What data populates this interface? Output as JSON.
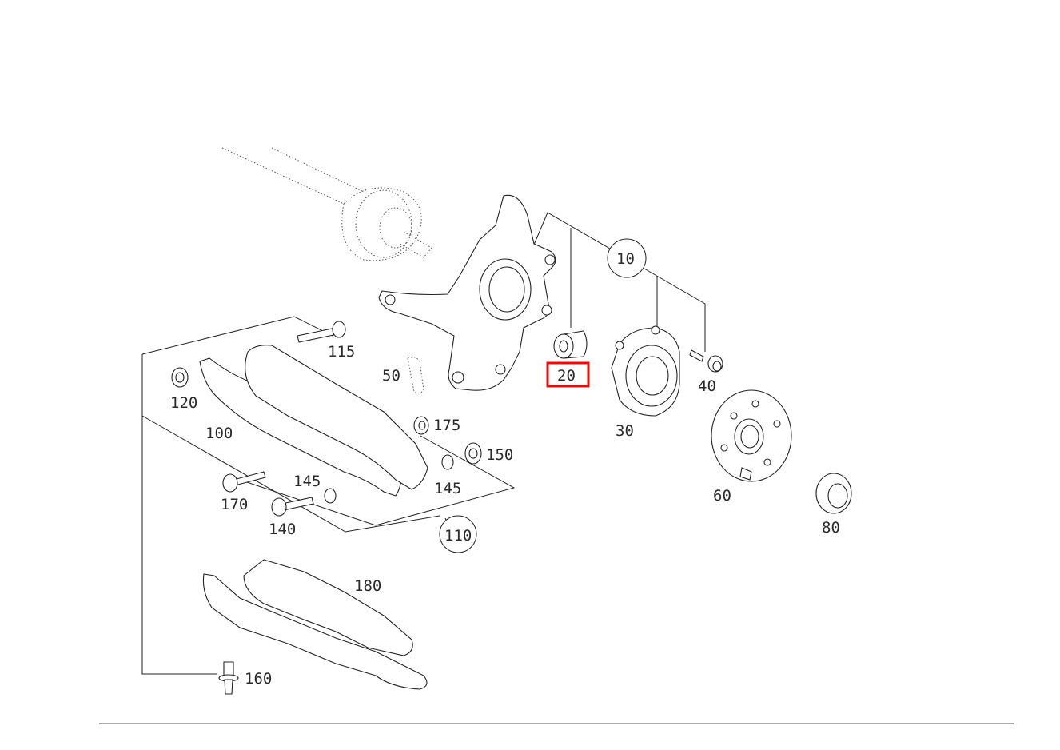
{
  "diagram": {
    "labels": {
      "p10": "10",
      "p20": "20",
      "p30": "30",
      "p40": "40",
      "p50": "50",
      "p60": "60",
      "p80": "80",
      "p100": "100",
      "p110": "110",
      "p115": "115",
      "p120": "120",
      "p140": "140",
      "p145a": "145",
      "p145b": "145",
      "p150": "150",
      "p160": "160",
      "p170": "170",
      "p175": "175",
      "p180": "180"
    },
    "highlighted_part": "20",
    "colors": {
      "highlight": "#e01010",
      "line": "#222222"
    }
  }
}
